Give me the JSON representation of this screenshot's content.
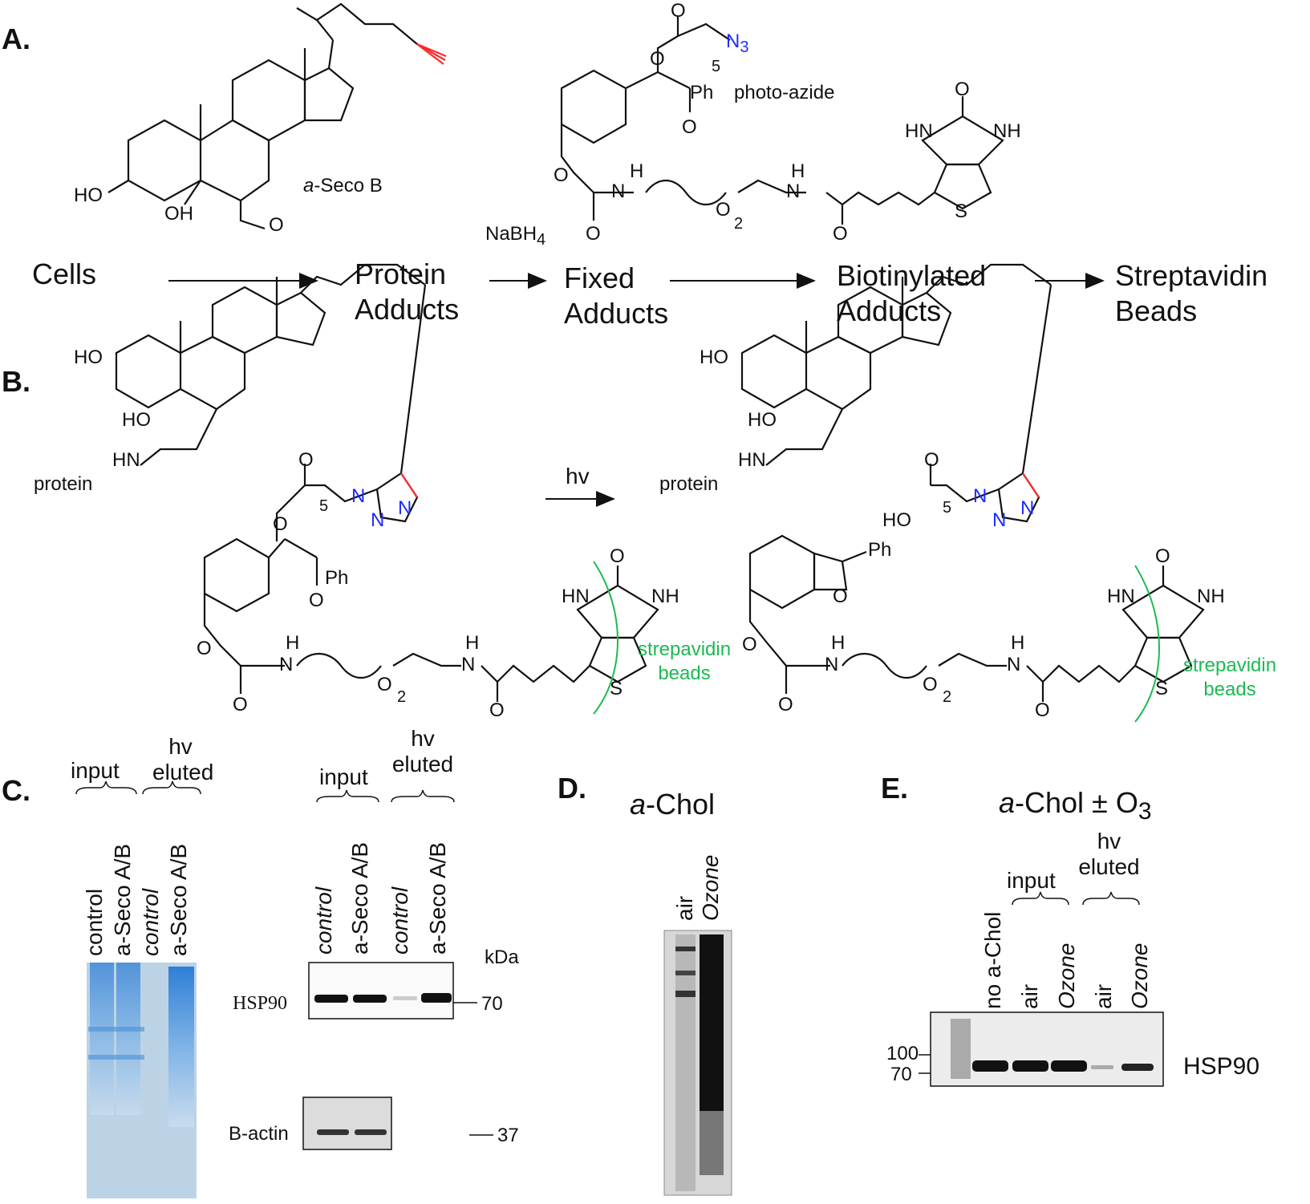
{
  "panels": {
    "A": {
      "letter": "A.",
      "compound_name_italic": "a",
      "compound_name_rest": "-Seco B",
      "ho": "HO",
      "oh": "OH",
      "o_ald": "O",
      "photo_azide": "photo-azide",
      "ph": "Ph",
      "n3": "N",
      "n3_sub": "3",
      "sub5": "5",
      "sub2": "2",
      "o_labels": [
        "O",
        "O",
        "O",
        "O",
        "O",
        "O"
      ],
      "hn": "HN",
      "nh": "NH",
      "h": "H",
      "n": "N",
      "s": "S",
      "nabh4": "NaBH",
      "nabh4_sub": "4",
      "flow": {
        "cells": "Cells",
        "protein_adducts": [
          "Protein",
          "Adducts"
        ],
        "fixed_adducts": [
          "Fixed",
          "Adducts"
        ],
        "biotinylated_adducts": [
          "Biotinylated",
          "Adducts"
        ],
        "streptavidin_beads": [
          "Streptavidin",
          "Beads"
        ]
      }
    },
    "B": {
      "letter": "B.",
      "ho": "HO",
      "hn": "HN",
      "protein": "protein",
      "hv": "hv",
      "ph": "Ph",
      "ho_acid": "HO",
      "sub5": "5",
      "sub2": "2",
      "triazole_n": "N",
      "beads_label": [
        "strepavidin",
        "beads"
      ],
      "nh": "NH",
      "h": "H",
      "n": "N",
      "s": "S",
      "o": "O"
    },
    "C": {
      "letter": "C.",
      "gel_headers": [
        "input",
        "hv",
        "eluted"
      ],
      "gel_lanes": [
        "control",
        "a-Seco A/B",
        "control",
        "a-Seco A/B"
      ],
      "blot_headers": [
        "input",
        "hv",
        "eluted"
      ],
      "blot_lanes": [
        "control",
        "a-Seco A/B",
        "control",
        "a-Seco A/B"
      ],
      "kda": "kDa",
      "hsp90": "HSP90",
      "marker_70": "70",
      "bactin": "B-actin",
      "marker_37": "37"
    },
    "D": {
      "letter": "D.",
      "title_italic": "a",
      "title_rest": "-Chol",
      "lanes": [
        "air",
        "Ozone"
      ]
    },
    "E": {
      "letter": "E.",
      "title_italic": "a",
      "title_rest": "-Chol ± O",
      "title_sub": "3",
      "headers": [
        "input",
        "hv",
        "eluted"
      ],
      "lanes": [
        "no a-Chol",
        "air",
        "Ozone",
        "air",
        "Ozone"
      ],
      "marker_100": "100",
      "marker_70": "70",
      "hsp90": "HSP90"
    }
  },
  "colors": {
    "alkyne": "#ff2a2a",
    "azide": "#1f2bff",
    "beads": "#1db954",
    "coomassie": "#2f8ad8"
  }
}
